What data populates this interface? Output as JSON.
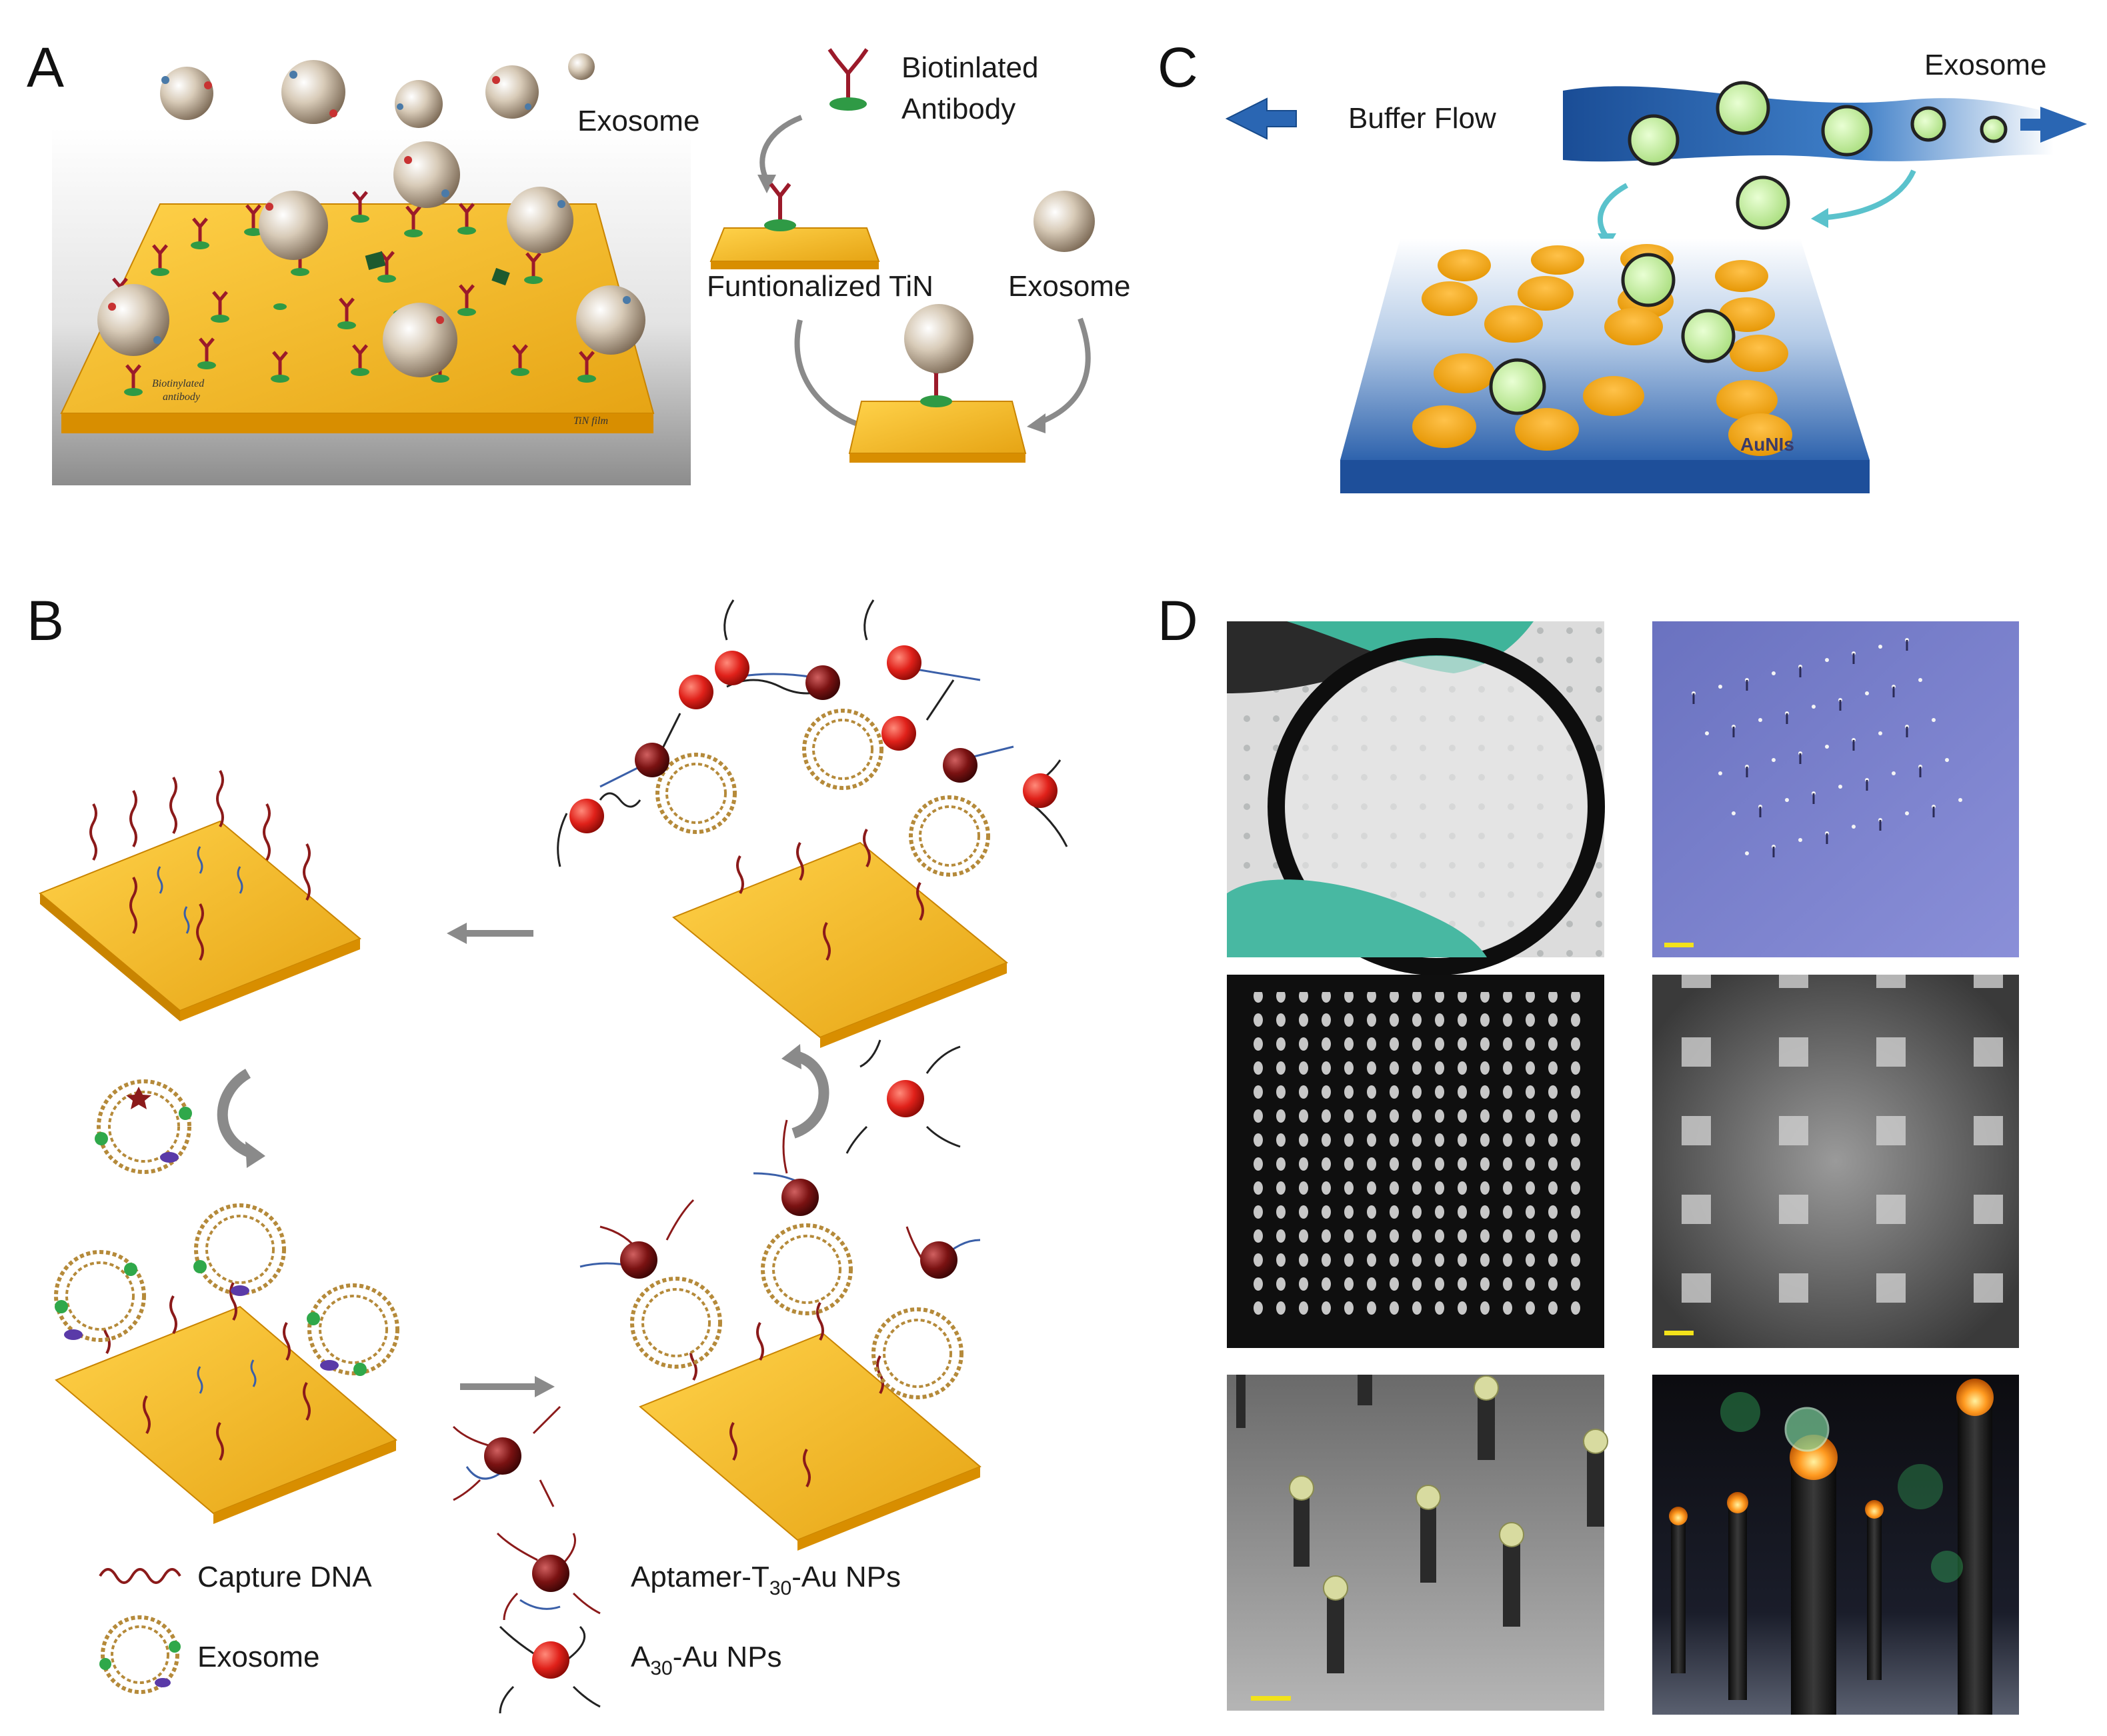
{
  "panels": {
    "a": {
      "letter": "A",
      "labels": {
        "exosome_top": "Exosome",
        "biotinylated_antibody_line1": "Biotinlated",
        "biotinylated_antibody_line2": "Antibody",
        "functionalized_tin": "Funtionalized TiN",
        "exosome_right": "Exosome",
        "film_antibody_line1": "Biotinylated",
        "film_antibody_line2": "antibody",
        "film_name": "TiN film"
      }
    },
    "b": {
      "letter": "B",
      "legend": {
        "capture_dna": "Capture DNA",
        "exosome": "Exosome",
        "aptamer_np_prefix": "Aptamer-T",
        "aptamer_np_sub": "30",
        "aptamer_np_suffix": "-Au NPs",
        "a30_np_prefix": "A",
        "a30_np_sub": "30",
        "a30_np_suffix": "-Au NPs"
      }
    },
    "c": {
      "letter": "C",
      "labels": {
        "buffer_flow": "Buffer Flow",
        "exosome": "Exosome",
        "auni": "AuNIs"
      }
    },
    "d": {
      "letter": "D"
    }
  },
  "colors": {
    "gold": "#f0a81c",
    "gold_dark": "#c98400",
    "dna_red": "#8b1a1a",
    "dna_blue": "#3a5fa8",
    "np_red": "#e0211a",
    "np_dark": "#7a1212",
    "flow_blue": "#1f5ba6",
    "vesicle_green": "#c7eba0"
  }
}
